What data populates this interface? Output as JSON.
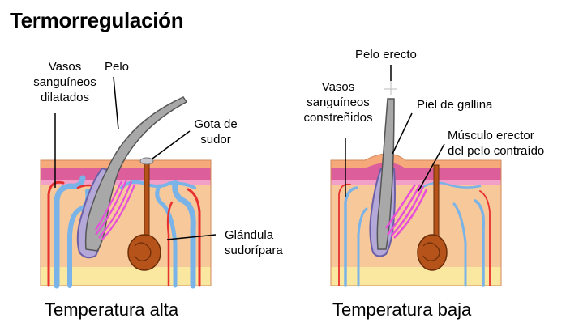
{
  "title": "Termorregulación",
  "left_panel": {
    "caption": "Temperatura alta",
    "labels": {
      "vessels": [
        "Vasos",
        "sanguíneos",
        "dilatados"
      ],
      "hair": "Pelo",
      "sweat_drop": [
        "Gota de",
        "sudor"
      ],
      "sweat_gland": [
        "Glándula",
        "sudorípara"
      ]
    }
  },
  "right_panel": {
    "caption": "Temperatura baja",
    "labels": {
      "erect_hair": "Pelo erecto",
      "vessels": [
        "Vasos",
        "sanguíneos",
        "constreñidos"
      ],
      "goosebumps": "Piel de gallina",
      "muscle": [
        "Músculo erector",
        "del pelo contraído"
      ]
    }
  },
  "colors": {
    "epidermis": "#f6a97a",
    "dermis_band": "#d33b9a",
    "dermis": "#f6c89a",
    "fat": "#fbe8a0",
    "artery": "#e8302f",
    "vein": "#7ab3e8",
    "hair": "#a8a8a8",
    "muscle": "#e84fd8",
    "gland": "#b5531a"
  }
}
